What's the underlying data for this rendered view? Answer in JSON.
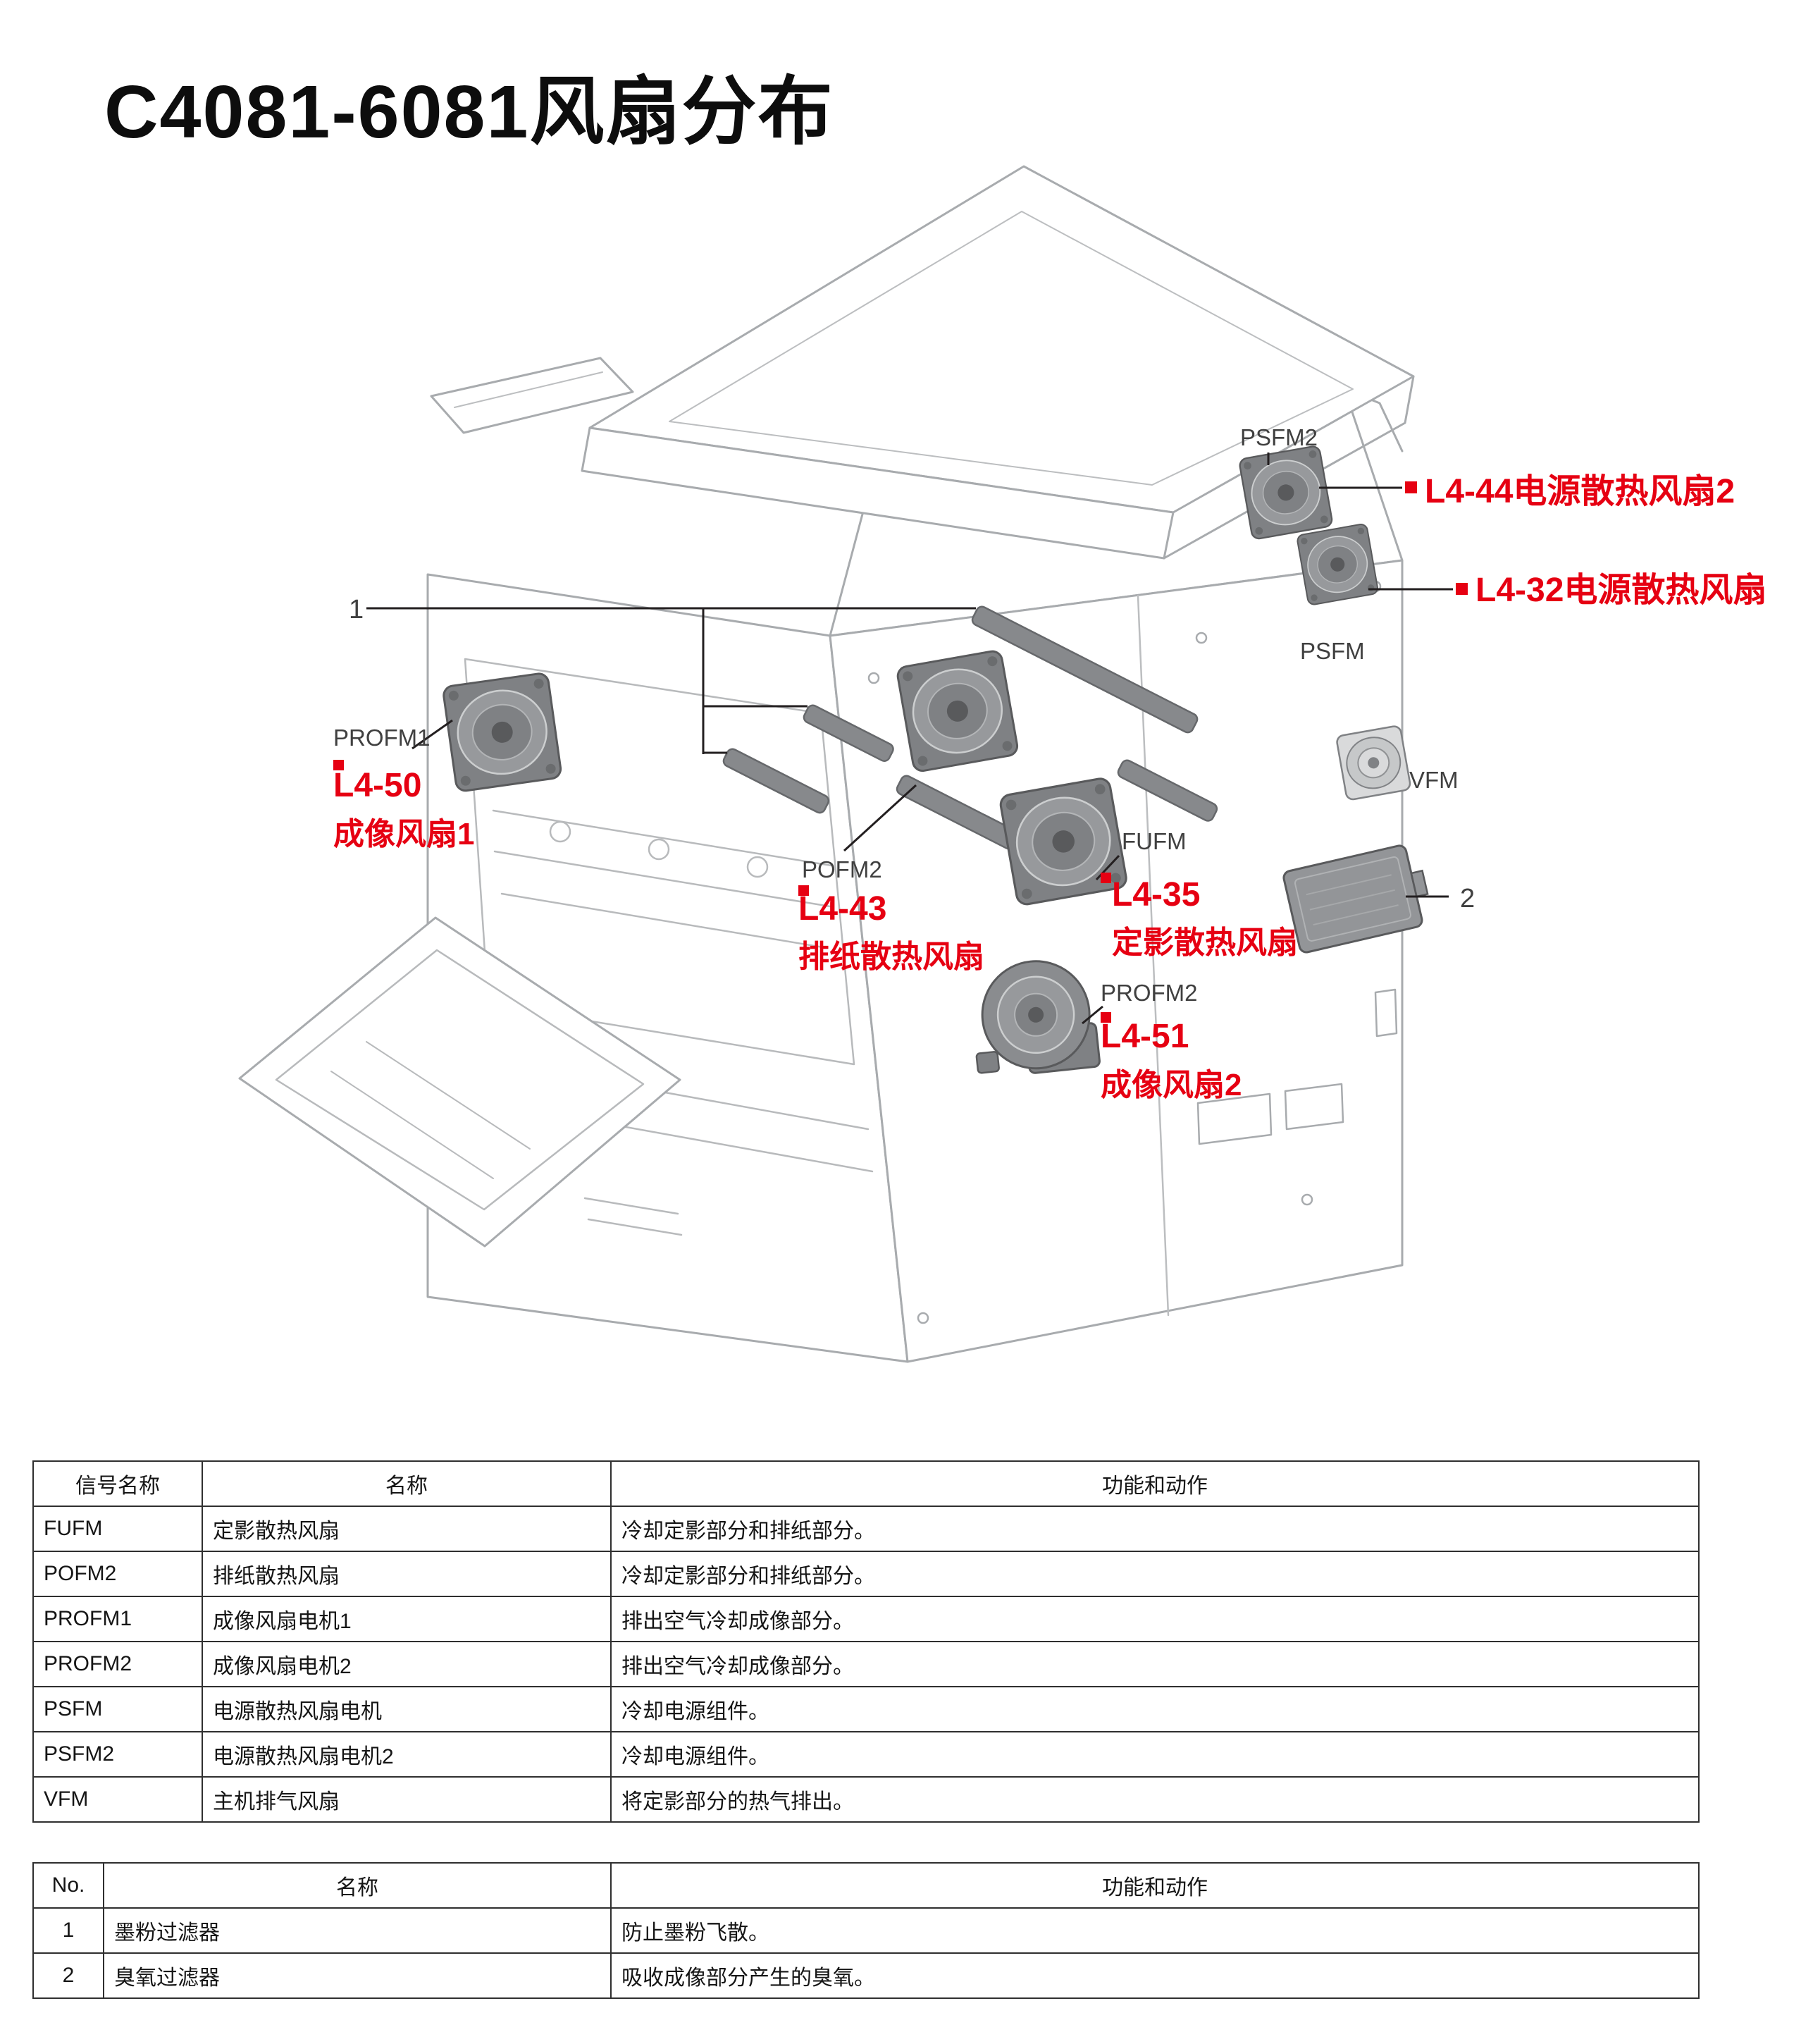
{
  "title": "C4081-6081风扇分布",
  "colors": {
    "accent_red": "#e60012",
    "line_gray": "#a8abae",
    "part_gray": "#7f8184"
  },
  "diagram": {
    "labels": {
      "psfm2": "PSFM2",
      "psfm": "PSFM",
      "vfm": "VFM",
      "profm1": "PROFM1",
      "pofm2": "POFM2",
      "fufm": "FUFM",
      "profm2": "PROFM2",
      "callout1": "1",
      "callout2": "2",
      "l4_44": "L4-44电源散热风扇2",
      "l4_32": "L4-32电源散热风扇",
      "l4_50_code": "L4-50",
      "l4_50_name": "成像风扇1",
      "l4_43_code": "L4-43",
      "l4_43_name": "排纸散热风扇",
      "l4_35_code": "L4-35",
      "l4_35_name": "定影散热风扇",
      "l4_51_code": "L4-51",
      "l4_51_name": "成像风扇2"
    }
  },
  "fan_table": {
    "headers": [
      "信号名称",
      "名称",
      "功能和动作"
    ],
    "rows": [
      [
        "FUFM",
        "定影散热风扇",
        "冷却定影部分和排纸部分。"
      ],
      [
        "POFM2",
        "排纸散热风扇",
        "冷却定影部分和排纸部分。"
      ],
      [
        "PROFM1",
        "成像风扇电机1",
        "排出空气冷却成像部分。"
      ],
      [
        "PROFM2",
        "成像风扇电机2",
        "排出空气冷却成像部分。"
      ],
      [
        "PSFM",
        "电源散热风扇电机",
        "冷却电源组件。"
      ],
      [
        "PSFM2",
        "电源散热风扇电机2",
        "冷却电源组件。"
      ],
      [
        "VFM",
        "主机排气风扇",
        "将定影部分的热气排出。"
      ]
    ]
  },
  "filter_table": {
    "headers": [
      "No.",
      "名称",
      "功能和动作"
    ],
    "rows": [
      [
        "1",
        "墨粉过滤器",
        "防止墨粉飞散。"
      ],
      [
        "2",
        "臭氧过滤器",
        "吸收成像部分产生的臭氧。"
      ]
    ]
  }
}
